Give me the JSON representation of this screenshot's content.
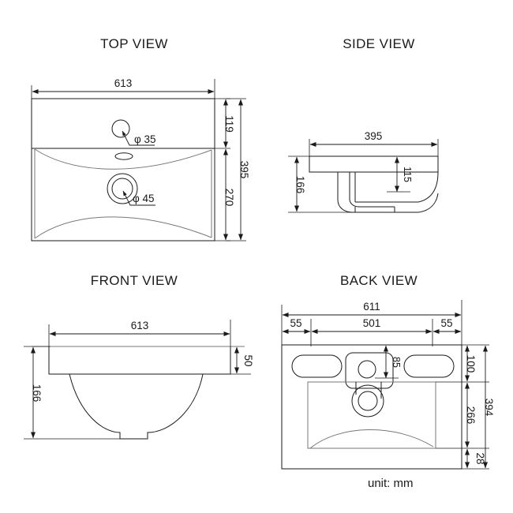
{
  "sheet": {
    "unit_note": "unit: mm"
  },
  "views": {
    "top": {
      "title": "TOP VIEW",
      "dimensions": {
        "width": "613",
        "height_total": "395",
        "back_ledge_depth": "119",
        "bowl_depth": "270",
        "overflow_hole": "φ 35",
        "drain_hole": "φ 45"
      }
    },
    "side": {
      "title": "SIDE VIEW",
      "dimensions": {
        "depth": "395",
        "height_total": "166",
        "bowl_depth": "115"
      }
    },
    "front": {
      "title": "FRONT VIEW",
      "dimensions": {
        "width": "613",
        "height_total": "166",
        "deck_thickness": "50"
      }
    },
    "back": {
      "title": "BACK VIEW",
      "dimensions": {
        "width_total": "611",
        "left_margin": "55",
        "center_span": "501",
        "right_margin": "55",
        "bracket_slot_height": "85",
        "top_band": "100",
        "recess_height": "266",
        "bottom_band": "28",
        "height_total": "394"
      }
    }
  }
}
